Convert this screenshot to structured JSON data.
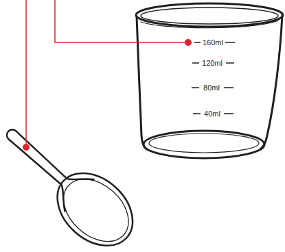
{
  "diagram": {
    "labels": [
      "160ml",
      "120ml",
      "80ml",
      "40ml"
    ]
  }
}
